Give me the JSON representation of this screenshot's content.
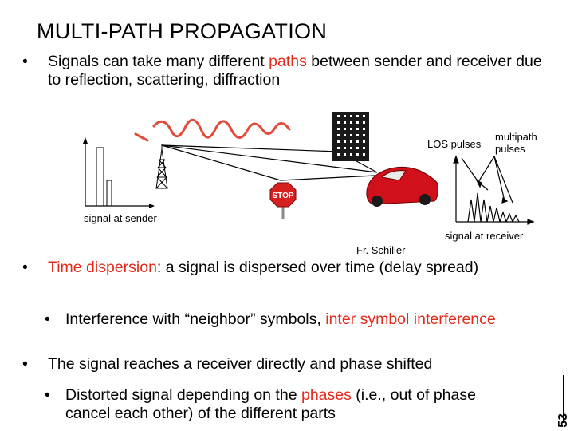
{
  "slide": {
    "title": "MULTI-PATH PROPAGATION",
    "page_number": "53"
  },
  "bullets": {
    "b1": {
      "bullet": "•",
      "pre": "Signals can take many different ",
      "highlight": "paths",
      "post": " between sender and receiver due to reflection, scattering, diffraction"
    },
    "b2": {
      "bullet": "•",
      "highlight": "Time dispersion",
      "post": ": a signal is dispersed over time (delay spread)"
    },
    "b2a": {
      "bullet": "•",
      "pre": "Interference with “neighbor” symbols, ",
      "highlight": "inter symbol interference"
    },
    "b3": {
      "bullet": "•",
      "text": "The signal reaches a receiver directly and phase shifted"
    },
    "b3a": {
      "bullet": "•",
      "pre": "Distorted signal depending on the ",
      "highlight": "phases",
      "post": " (i.e., out of phase cancel each other) of the different parts"
    }
  },
  "figure": {
    "label_sender": "signal at sender",
    "label_receiver": "signal at receiver",
    "label_los": "LOS pulses",
    "label_multipath_1": "multipath",
    "label_multipath_2": "pulses",
    "credit": "Fr. Schiller",
    "stop_sign_text": "STOP",
    "colors": {
      "wave": "#e24a3a",
      "car": "#d0101a",
      "stop": "#d61f1f"
    }
  }
}
